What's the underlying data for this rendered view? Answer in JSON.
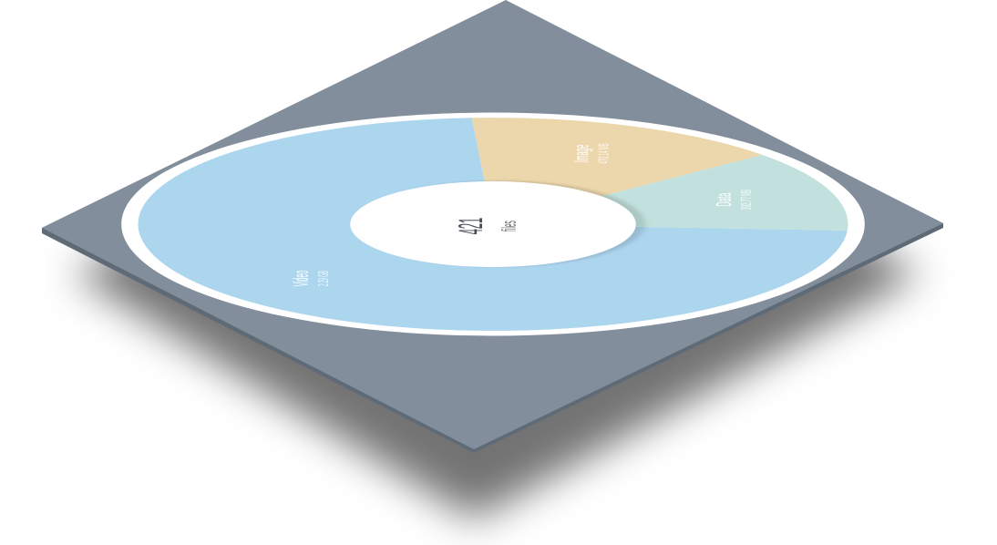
{
  "colors": {
    "panel": "#828e9b",
    "panel_edge": "#5f6a77",
    "ring": "#ffffff",
    "center": "#ffffff"
  },
  "chart_data": {
    "type": "pie",
    "style": "donut",
    "center_value": "421",
    "center_unit": "files",
    "legend": "none",
    "slices": [
      {
        "name": "Video",
        "value_label": "2.29 GB",
        "value_mb": 2345,
        "color": "#acd5ee"
      },
      {
        "name": "Image",
        "value_label": "470.14 MB",
        "value_mb": 470.14,
        "color": "#ecd6ab"
      },
      {
        "name": "Data",
        "value_label": "392.77 MB",
        "value_mb": 392.77,
        "color": "#c2e1de"
      }
    ]
  }
}
